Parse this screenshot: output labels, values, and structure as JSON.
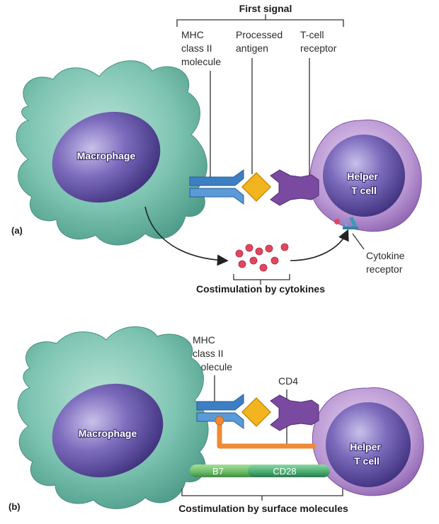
{
  "panel_a": {
    "panel_label": "(a)",
    "first_signal": "First signal",
    "mhc_label": [
      "MHC",
      "class II",
      "molecule"
    ],
    "antigen_label": [
      "Processed",
      "antigen"
    ],
    "tcr_label": [
      "T-cell",
      "receptor"
    ],
    "macrophage": "Macrophage",
    "helper": [
      "Helper",
      "T cell"
    ],
    "cytokine_receptor": [
      "Cytokine",
      "receptor"
    ],
    "costim_caption": "Costimulation by cytokines"
  },
  "panel_b": {
    "panel_label": "(b)",
    "mhc_label": [
      "MHC",
      "class II",
      "molecule"
    ],
    "cd4_label": "CD4",
    "macrophage": "Macrophage",
    "helper": [
      "Helper",
      "T cell"
    ],
    "b7_label": "B7",
    "cd28_label": "CD28",
    "costim_caption": "Costimulation by surface molecules"
  },
  "colors": {
    "macrophage_body": "#7ec4b2",
    "nucleus": "#6b5aa8",
    "helper_cell": "#b996d2",
    "mhc": "#3d7fc4",
    "antigen": "#f2b51f",
    "tcr": "#7a4aa0",
    "cytokine": "#e0475e",
    "cd4": "#ee8a35",
    "costim_bar": "#6fbf6a"
  }
}
